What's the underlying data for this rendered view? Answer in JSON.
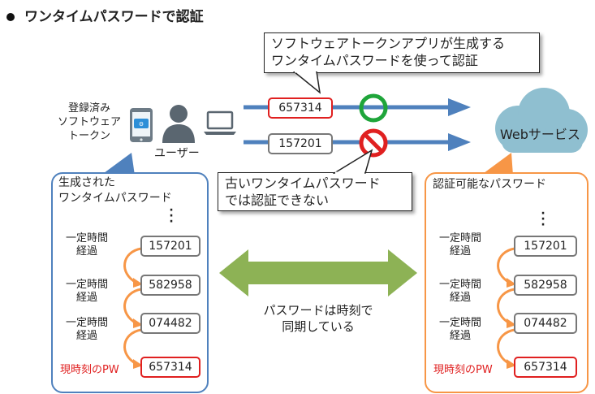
{
  "title": "ワンタイムパスワードで認証",
  "callout_top": [
    "ソフトウェアトークンアプリが生成する",
    "ワンタイムパスワードを使って認証"
  ],
  "callout_mid": [
    "古いワンタイムパスワード",
    "では認証できない"
  ],
  "token_label": [
    "登録済み",
    "ソフトウェア",
    "トークン"
  ],
  "user_label": "ユーザー",
  "cloud_label": "Webサービス",
  "flow_valid_code": "657314",
  "flow_invalid_code": "157201",
  "left_panel": {
    "title": [
      "生成された",
      "ワンタイムパスワード"
    ],
    "codes": [
      "157201",
      "582958",
      "074482",
      "657314"
    ],
    "interval_label": [
      "一定時間",
      "経過"
    ],
    "current_label": "現時刻のPW"
  },
  "right_panel": {
    "title": "認証可能なパスワード",
    "codes": [
      "157201",
      "582958",
      "074482",
      "657314"
    ],
    "interval_label": [
      "一定時間",
      "経過"
    ],
    "current_label": "現時刻のPW"
  },
  "sync_label": [
    "パスワードは時刻で",
    "同期している"
  ],
  "colors": {
    "blue_panel": "#4f81bd",
    "orange_panel": "#f79646",
    "arrow_blue": "#4f81bd",
    "sync_arrow": "#8db255",
    "ok_green": "#1fa53a",
    "ng_red": "#e02020",
    "cloud": "#8fbfd0"
  }
}
